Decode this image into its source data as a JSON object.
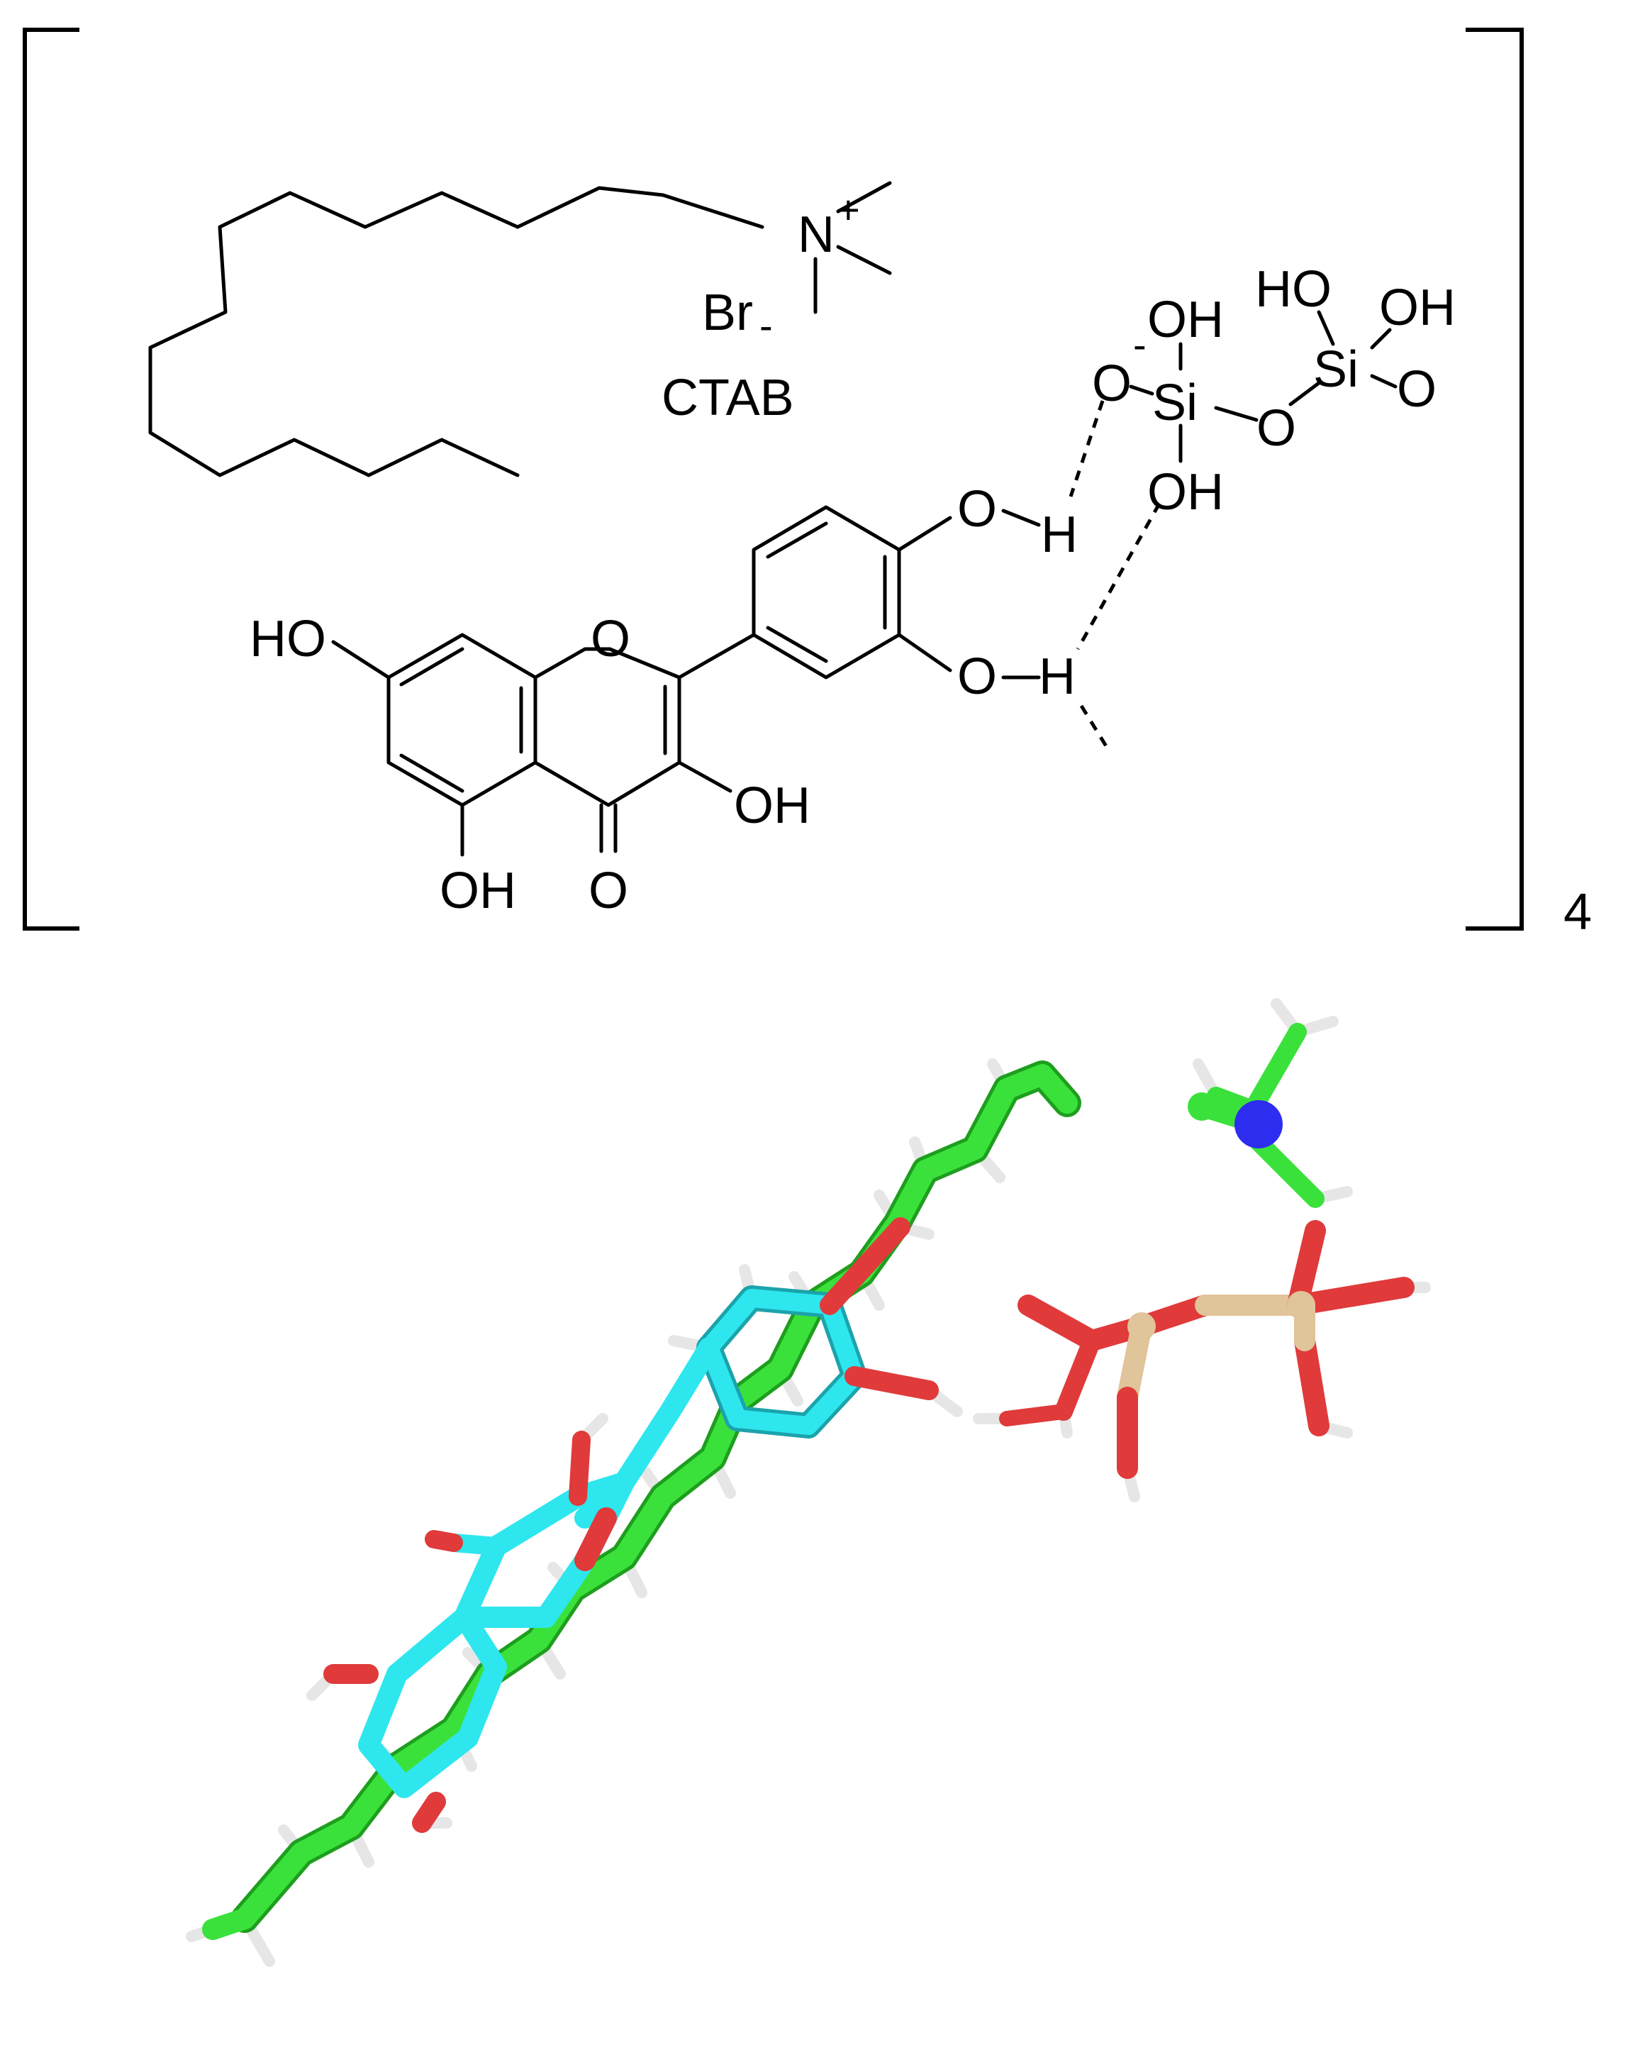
{
  "structure": {
    "ctab_name": "CTAB",
    "nitrogen": "N",
    "plus_charge": "+",
    "bromide": "Br",
    "bromide_charge": "-",
    "multiplier": "4",
    "quercetin_labels": {
      "oh_7": "HO",
      "ring_o": "O",
      "oh_3": "OH",
      "oh_5": "OH",
      "carbonyl_o": "O",
      "o_4prime": "O",
      "h_4prime": "H",
      "o_3prime": "O",
      "h_3prime": "H"
    },
    "silicate_labels": {
      "o_minus": "O",
      "minus_charge": "-",
      "si1": "Si",
      "si1_oh_top": "OH",
      "si1_oh_bottom": "OH",
      "bridge_o": "O",
      "si2": "Si",
      "si2_ho": "HO",
      "si2_oh": "OH",
      "si2_o": "O"
    }
  },
  "model_colors": {
    "ctab_carbon": "#3be13b",
    "quercetin_carbon": "#2ee6ee",
    "oxygen": "#e03a3a",
    "nitrogen": "#2d2df0",
    "silicon": "#e0c49a",
    "hydrogen": "#e6e6e6"
  }
}
